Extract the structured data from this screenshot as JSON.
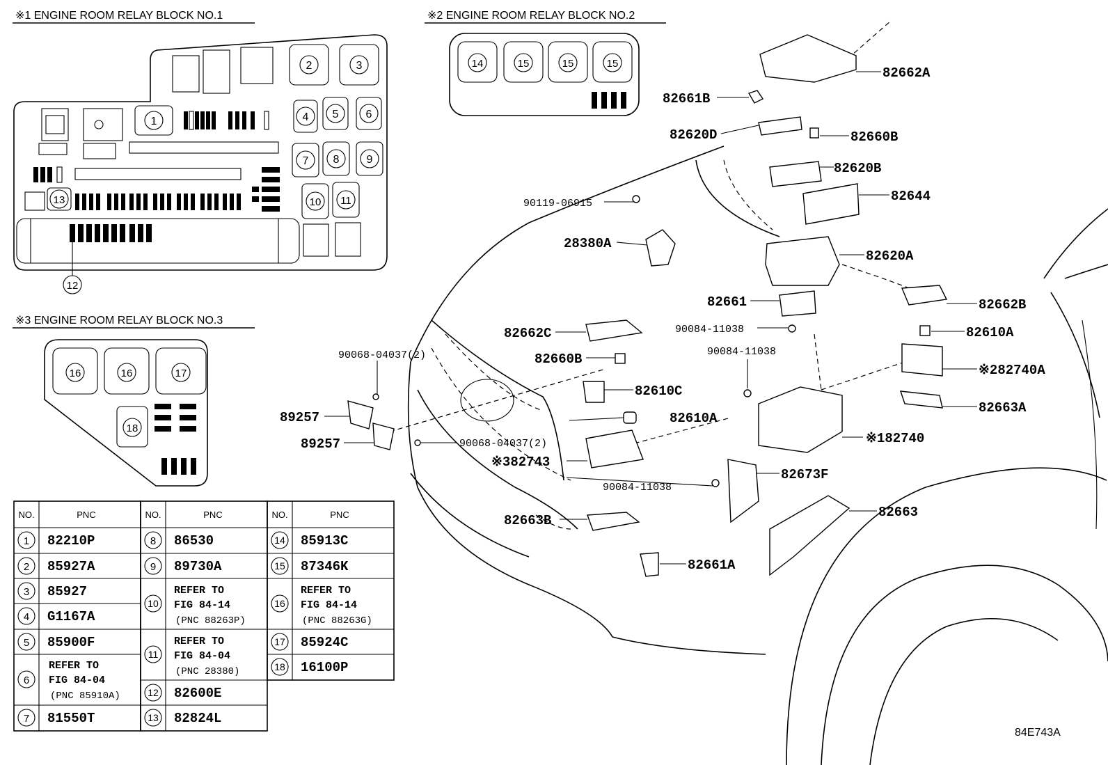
{
  "blocks": {
    "block1": {
      "title": "※1 ENGINE ROOM RELAY BLOCK NO.1"
    },
    "block2": {
      "title": "※2 ENGINE ROOM RELAY BLOCK NO.2"
    },
    "block3": {
      "title": "※3 ENGINE ROOM RELAY BLOCK NO.3"
    }
  },
  "table": {
    "headers": {
      "no": "NO.",
      "pnc": "PNC"
    },
    "col1": [
      {
        "no": "1",
        "pnc": "82210P"
      },
      {
        "no": "2",
        "pnc": "85927A"
      },
      {
        "no": "3",
        "pnc": "85927"
      },
      {
        "no": "4",
        "pnc": "G1167A"
      },
      {
        "no": "5",
        "pnc": "85900F"
      },
      {
        "no": "6",
        "l1": "REFER TO",
        "l2": "FIG 84-04",
        "l3": "(PNC 85910A)"
      },
      {
        "no": "7",
        "pnc": "81550T"
      }
    ],
    "col2": [
      {
        "no": "8",
        "pnc": "86530"
      },
      {
        "no": "9",
        "pnc": "89730A"
      },
      {
        "no": "10",
        "l1": "REFER TO",
        "l2": "FIG 84-14",
        "l3": "(PNC 88263P)"
      },
      {
        "no": "11",
        "l1": "REFER TO",
        "l2": "FIG 84-04",
        "l3": "(PNC 28380)"
      },
      {
        "no": "12",
        "pnc": "82600E"
      },
      {
        "no": "13",
        "pnc": "82824L"
      }
    ],
    "col3": [
      {
        "no": "14",
        "pnc": "85913C"
      },
      {
        "no": "15",
        "pnc": "87346K"
      },
      {
        "no": "16",
        "l1": "REFER TO",
        "l2": "FIG 84-14",
        "l3": "(PNC 88263G)"
      },
      {
        "no": "17",
        "pnc": "85924C"
      },
      {
        "no": "18",
        "pnc": "16100P"
      }
    ]
  },
  "callouts": {
    "c82662A": "82662A",
    "c82661B": "82661B",
    "c82620D": "82620D",
    "c82660B": "82660B",
    "c82620B": "82620B",
    "c82644": "82644",
    "c90119": "90119-06915",
    "c28380A": "28380A",
    "c82620A": "82620A",
    "c82661": "82661",
    "c82662B": "82662B",
    "c82662C": "82662C",
    "c90084a": "90084-11038",
    "c82610A_r": "82610A",
    "c82660B_l": "82660B",
    "c90084b": "90084-11038",
    "c82740A": "※282740A",
    "c90068a": "90068-04037(2)",
    "c82610C": "82610C",
    "c82663A": "82663A",
    "c89257a": "89257",
    "c82610A_m": "82610A",
    "c82740": "※182740",
    "c89257b": "89257",
    "c90068b": "90068-04037(2)",
    "c82743": "※382743",
    "c82673F": "82673F",
    "c90084c": "90084-11038",
    "c82663": "82663",
    "c82663B": "82663B",
    "c82661A": "82661A"
  },
  "figure_id": "84E743A"
}
